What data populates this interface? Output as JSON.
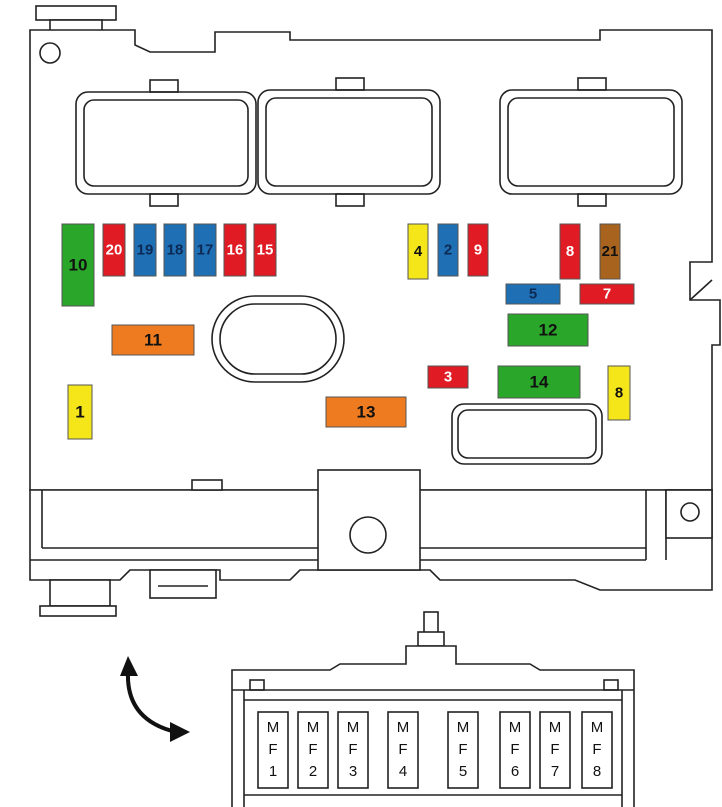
{
  "fuses": [
    {
      "label": "10",
      "color": "#2aa62a"
    },
    {
      "label": "20",
      "color": "#e01b24"
    },
    {
      "label": "19",
      "color": "#1f6fb4"
    },
    {
      "label": "18",
      "color": "#1f6fb4"
    },
    {
      "label": "17",
      "color": "#1f6fb4"
    },
    {
      "label": "16",
      "color": "#e01b24"
    },
    {
      "label": "15",
      "color": "#e01b24"
    },
    {
      "label": "4",
      "color": "#f5e61a"
    },
    {
      "label": "2",
      "color": "#1f6fb4"
    },
    {
      "label": "9",
      "color": "#e01b24"
    },
    {
      "label": "8",
      "color": "#e01b24"
    },
    {
      "label": "21",
      "color": "#a8641e"
    },
    {
      "label": "5",
      "color": "#1f6fb4"
    },
    {
      "label": "7",
      "color": "#e01b24"
    },
    {
      "label": "12",
      "color": "#2aa62a"
    },
    {
      "label": "11",
      "color": "#ee7b1f"
    },
    {
      "label": "3",
      "color": "#e01b24"
    },
    {
      "label": "14",
      "color": "#2aa62a"
    },
    {
      "label": "8",
      "color": "#f5e61a"
    },
    {
      "label": "1",
      "color": "#f5e61a"
    },
    {
      "label": "13",
      "color": "#ee7b1f"
    }
  ],
  "maxi_fuses": [
    {
      "line1": "M",
      "line2": "F",
      "line3": "1"
    },
    {
      "line1": "M",
      "line2": "F",
      "line3": "2"
    },
    {
      "line1": "M",
      "line2": "F",
      "line3": "3"
    },
    {
      "line1": "M",
      "line2": "F",
      "line3": "4"
    },
    {
      "line1": "M",
      "line2": "F",
      "line3": "5"
    },
    {
      "line1": "M",
      "line2": "F",
      "line3": "6"
    },
    {
      "line1": "M",
      "line2": "F",
      "line3": "7"
    },
    {
      "line1": "M",
      "line2": "F",
      "line3": "8"
    }
  ],
  "colors": {
    "outline": "#222222",
    "arrow": "#111111"
  }
}
